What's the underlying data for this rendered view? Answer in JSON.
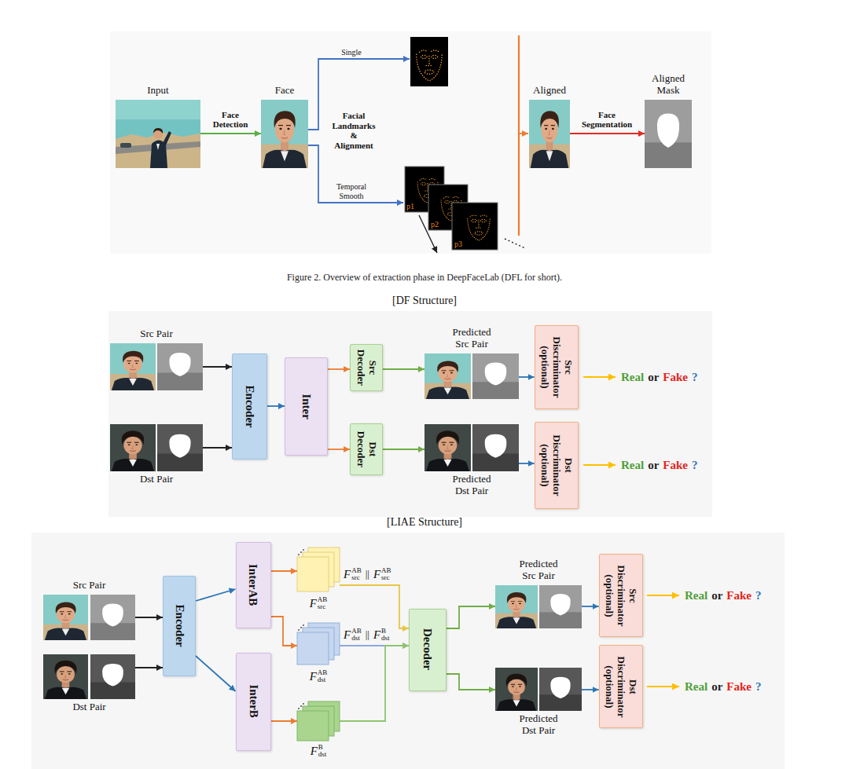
{
  "diagram": {
    "caption": "Figure 2. Overview of extraction phase in DeepFaceLab (DFL for short).",
    "nodes": [
      {
        "text": [
          "Input"
        ]
      },
      {
        "text": [
          "Face"
        ]
      },
      {
        "text": [
          "Aligned"
        ]
      },
      {
        "text": [
          "Aligned Mask"
        ]
      },
      {
        "text": [
          "Src Pair"
        ]
      },
      {
        "text": [
          "Dst Pair"
        ]
      },
      {
        "text": [
          "Encoder"
        ]
      },
      {
        "text": [
          "Inter"
        ]
      },
      {
        "text": [
          "Src Decoder"
        ]
      },
      {
        "text": [
          "Dst Decoder"
        ]
      },
      {
        "text": [
          "Predicted Src Pair"
        ]
      },
      {
        "text": [
          "Predicted Dst Pair"
        ]
      },
      {
        "text": [
          "Src Discriminator (optional)"
        ]
      },
      {
        "text": [
          "Dst Discriminator (optional)"
        ]
      },
      {
        "text": [
          "Src Pair"
        ]
      },
      {
        "text": [
          "Dst Pair"
        ]
      },
      {
        "text": [
          "Encoder"
        ]
      },
      {
        "text": [
          "InterAB"
        ]
      },
      {
        "text": [
          "InterB"
        ]
      },
      {
        "text": [
          "F",
          "src",
          "AB"
        ]
      },
      {
        "text": [
          "F",
          "dst",
          "AB"
        ]
      },
      {
        "text": [
          "F",
          "dst",
          "B"
        ]
      },
      {
        "text": [
          "Decoder"
        ]
      },
      {
        "text": [
          "Predicted Src Pair"
        ]
      },
      {
        "text": [
          "Predicted Dst Pair"
        ]
      },
      {
        "text": [
          "Src Discriminator (optional)"
        ]
      },
      {
        "text": [
          "Dst Discriminator (optional)"
        ]
      }
    ],
    "edges": [
      {
        "from": 0,
        "to": 1,
        "arrow": "to",
        "label": "Face Detection"
      },
      {
        "from": 2,
        "to": 3,
        "arrow": "to",
        "label": "Face Segmentation"
      },
      {
        "from": 4,
        "to": 6,
        "arrow": "to"
      },
      {
        "from": 5,
        "to": 6,
        "arrow": "to"
      },
      {
        "from": 6,
        "to": 7,
        "arrow": "to"
      },
      {
        "from": 7,
        "to": 8,
        "arrow": "to"
      },
      {
        "from": 7,
        "to": 9,
        "arrow": "to"
      },
      {
        "from": 8,
        "to": 10,
        "arrow": "to"
      },
      {
        "from": 9,
        "to": 11,
        "arrow": "to"
      },
      {
        "from": 10,
        "to": 12,
        "arrow": "to"
      },
      {
        "from": 11,
        "to": 13,
        "arrow": "to"
      },
      {
        "from": 14,
        "to": 16,
        "arrow": "to"
      },
      {
        "from": 15,
        "to": 16,
        "arrow": "to"
      },
      {
        "from": 16,
        "to": 17,
        "arrow": "to"
      },
      {
        "from": 16,
        "to": 18,
        "arrow": "to"
      },
      {
        "from": 17,
        "to": 19,
        "arrow": "to"
      },
      {
        "from": 17,
        "to": 20,
        "arrow": "to"
      },
      {
        "from": 18,
        "to": 21,
        "arrow": "to"
      },
      {
        "from": 19,
        "to": 22,
        "arrow": "to"
      },
      {
        "from": 20,
        "to": 22,
        "arrow": "to"
      },
      {
        "from": 21,
        "to": 22,
        "arrow": "to"
      },
      {
        "from": 22,
        "to": 23,
        "arrow": "to"
      },
      {
        "from": 22,
        "to": 24,
        "arrow": "to"
      },
      {
        "from": 23,
        "to": 25,
        "arrow": "to"
      },
      {
        "from": 24,
        "to": 26,
        "arrow": "to"
      }
    ],
    "labels": [
      "Single",
      "Facial Landmarks & Alignment",
      "Temporal Smooth",
      "p1",
      "p2",
      "p3",
      "[DF Structure]",
      "Real",
      "or",
      "Fake",
      "?",
      "Real",
      "or",
      "Fake",
      "?",
      "[LIAE Structure]",
      "F",
      "src",
      "AB",
      "||",
      "F",
      "src",
      "AB",
      "F",
      "dst",
      "AB",
      "||",
      "F",
      "dst",
      "B",
      "Real",
      "or",
      "Fake",
      "?",
      "Real",
      "or",
      "Fake",
      "?"
    ]
  }
}
